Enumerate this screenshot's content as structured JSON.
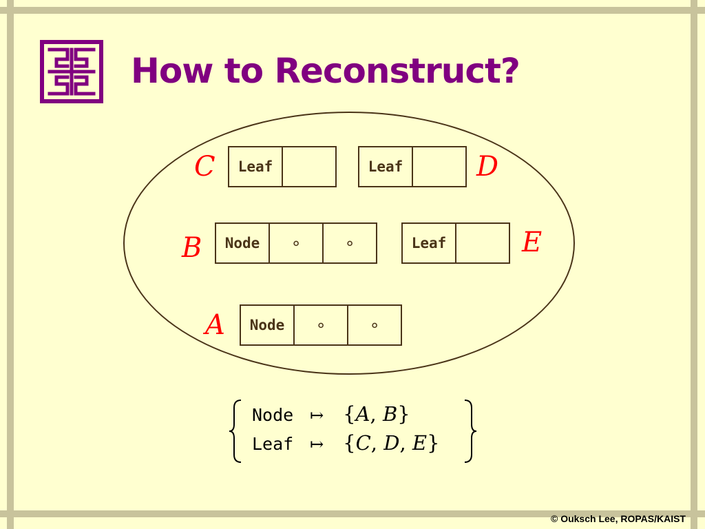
{
  "slide": {
    "title": "How to Reconstruct?",
    "footer": "© Ouksch Lee, ROPAS/KAIST"
  },
  "colors": {
    "background": "#ffffd0",
    "frame": "#c8c39c",
    "title": "#800080",
    "box_border": "#4a3418",
    "label": "#ff0000"
  },
  "blocks": {
    "C": {
      "label": "C",
      "cells": [
        "Leaf",
        ""
      ]
    },
    "D": {
      "label": "D",
      "cells": [
        "Leaf",
        ""
      ]
    },
    "B": {
      "label": "B",
      "cells": [
        "Node",
        "∘",
        "∘"
      ]
    },
    "E": {
      "label": "E",
      "cells": [
        "Leaf",
        ""
      ]
    },
    "A": {
      "label": "A",
      "cells": [
        "Node",
        "∘",
        "∘"
      ]
    }
  },
  "mapping": [
    {
      "constructor": "Node",
      "arrow": "↦",
      "set": [
        "A",
        "B"
      ]
    },
    {
      "constructor": "Leaf",
      "arrow": "↦",
      "set": [
        "C",
        "D",
        "E"
      ]
    }
  ]
}
